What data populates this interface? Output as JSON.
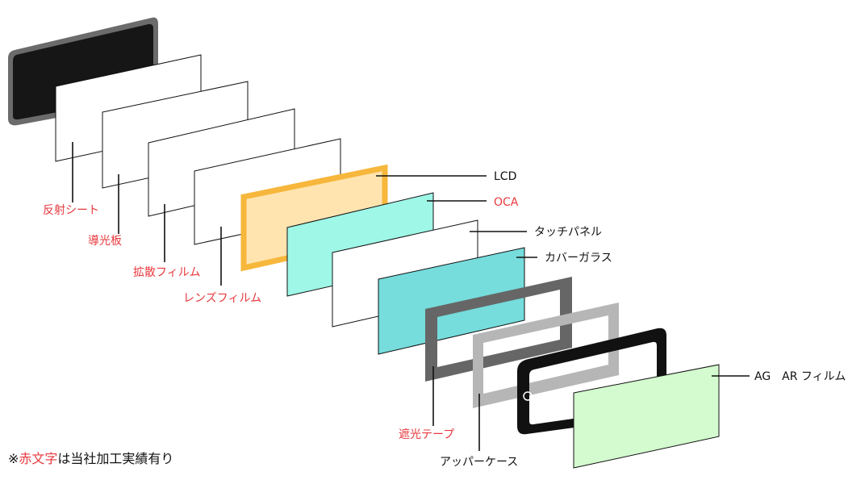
{
  "colors": {
    "red_label": "#e8383d",
    "black_label": "#111111",
    "reflect_frame": "#6b6b6b",
    "reflect_fill": "#161616",
    "oca_border": "#f6b73c",
    "oca_fill": "#ffe4b0",
    "touch_cyan": "#9ff7e7",
    "cover_glass": "#76dcdc",
    "shade_tape": "#666666",
    "upper_case": "#b6b6b6",
    "bezel": "#111111",
    "ag_film": "#d3fbcf"
  },
  "layers": [
    {
      "key": "reflect",
      "label": "反射シート",
      "label_color": "red"
    },
    {
      "key": "light_guide",
      "label": "導光板",
      "label_color": "red"
    },
    {
      "key": "diffuser",
      "label": "拡散フィルム",
      "label_color": "red"
    },
    {
      "key": "lens",
      "label": "レンズフィルム",
      "label_color": "red"
    },
    {
      "key": "lcd",
      "label": "LCD",
      "label_color": "black"
    },
    {
      "key": "oca",
      "label": "OCA",
      "label_color": "red"
    },
    {
      "key": "touch",
      "label": "タッチパネル",
      "label_color": "black"
    },
    {
      "key": "cover",
      "label": "カバーガラス",
      "label_color": "black"
    },
    {
      "key": "shade",
      "label": "遮光テープ",
      "label_color": "red"
    },
    {
      "key": "upper_case",
      "label": "アッパーケース",
      "label_color": "black"
    },
    {
      "key": "ag_ar",
      "label": "AG　AR フィルム",
      "label_color": "black"
    }
  ],
  "note": {
    "prefix": "※",
    "highlight": "赤文字",
    "suffix": "は当社加工実績有り"
  }
}
